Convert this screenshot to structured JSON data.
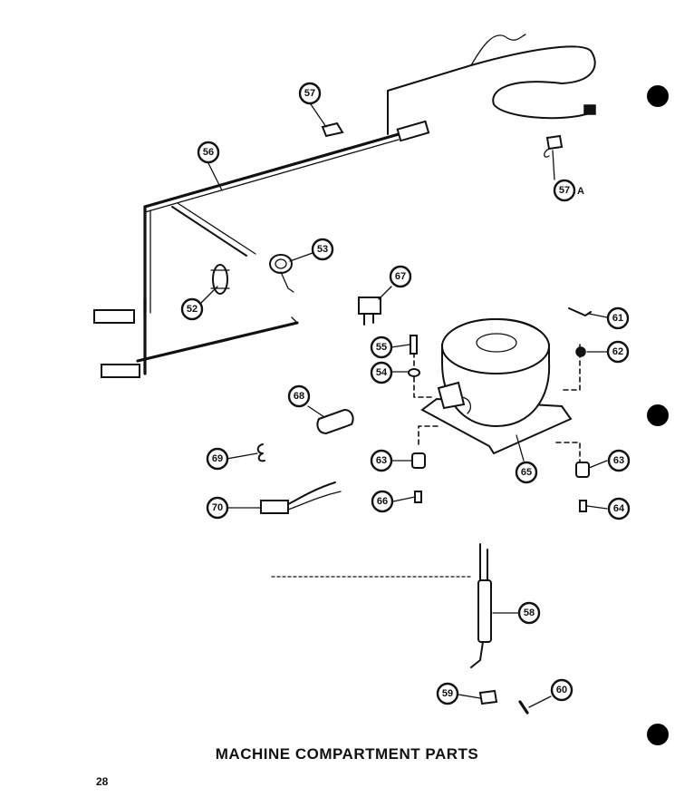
{
  "title": "MACHINE COMPARTMENT PARTS",
  "page_number": "28",
  "callouts": {
    "c56": "56",
    "c57": "57",
    "c57a": "57",
    "c57a_suffix": "A",
    "c53": "53",
    "c52": "52",
    "c67": "67",
    "c61": "61",
    "c55": "55",
    "c62": "62",
    "c54": "54",
    "c68": "68",
    "c69": "69",
    "c63a": "63",
    "c65": "65",
    "c63b": "63",
    "c70": "70",
    "c66": "66",
    "c64": "64",
    "c58": "58",
    "c59": "59",
    "c60": "60"
  }
}
